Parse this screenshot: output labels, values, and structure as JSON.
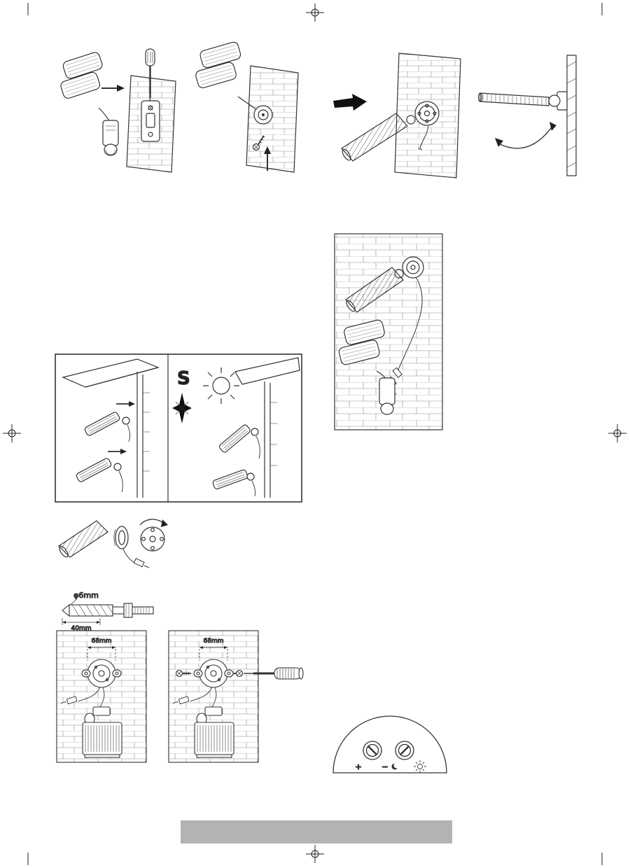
{
  "page": {
    "type": "installation-manual-page",
    "bg": "#ffffff",
    "ink": "#2b2b2b",
    "footer_bar_color": "#b3b3b3"
  },
  "labels": {
    "compass_south": "S",
    "drill_diameter": "φ6mm",
    "drill_depth": "40mm",
    "hole_spacing_left": "68mm",
    "hole_spacing_right": "68mm",
    "knob_plus": "+",
    "knob_minus": "−"
  }
}
